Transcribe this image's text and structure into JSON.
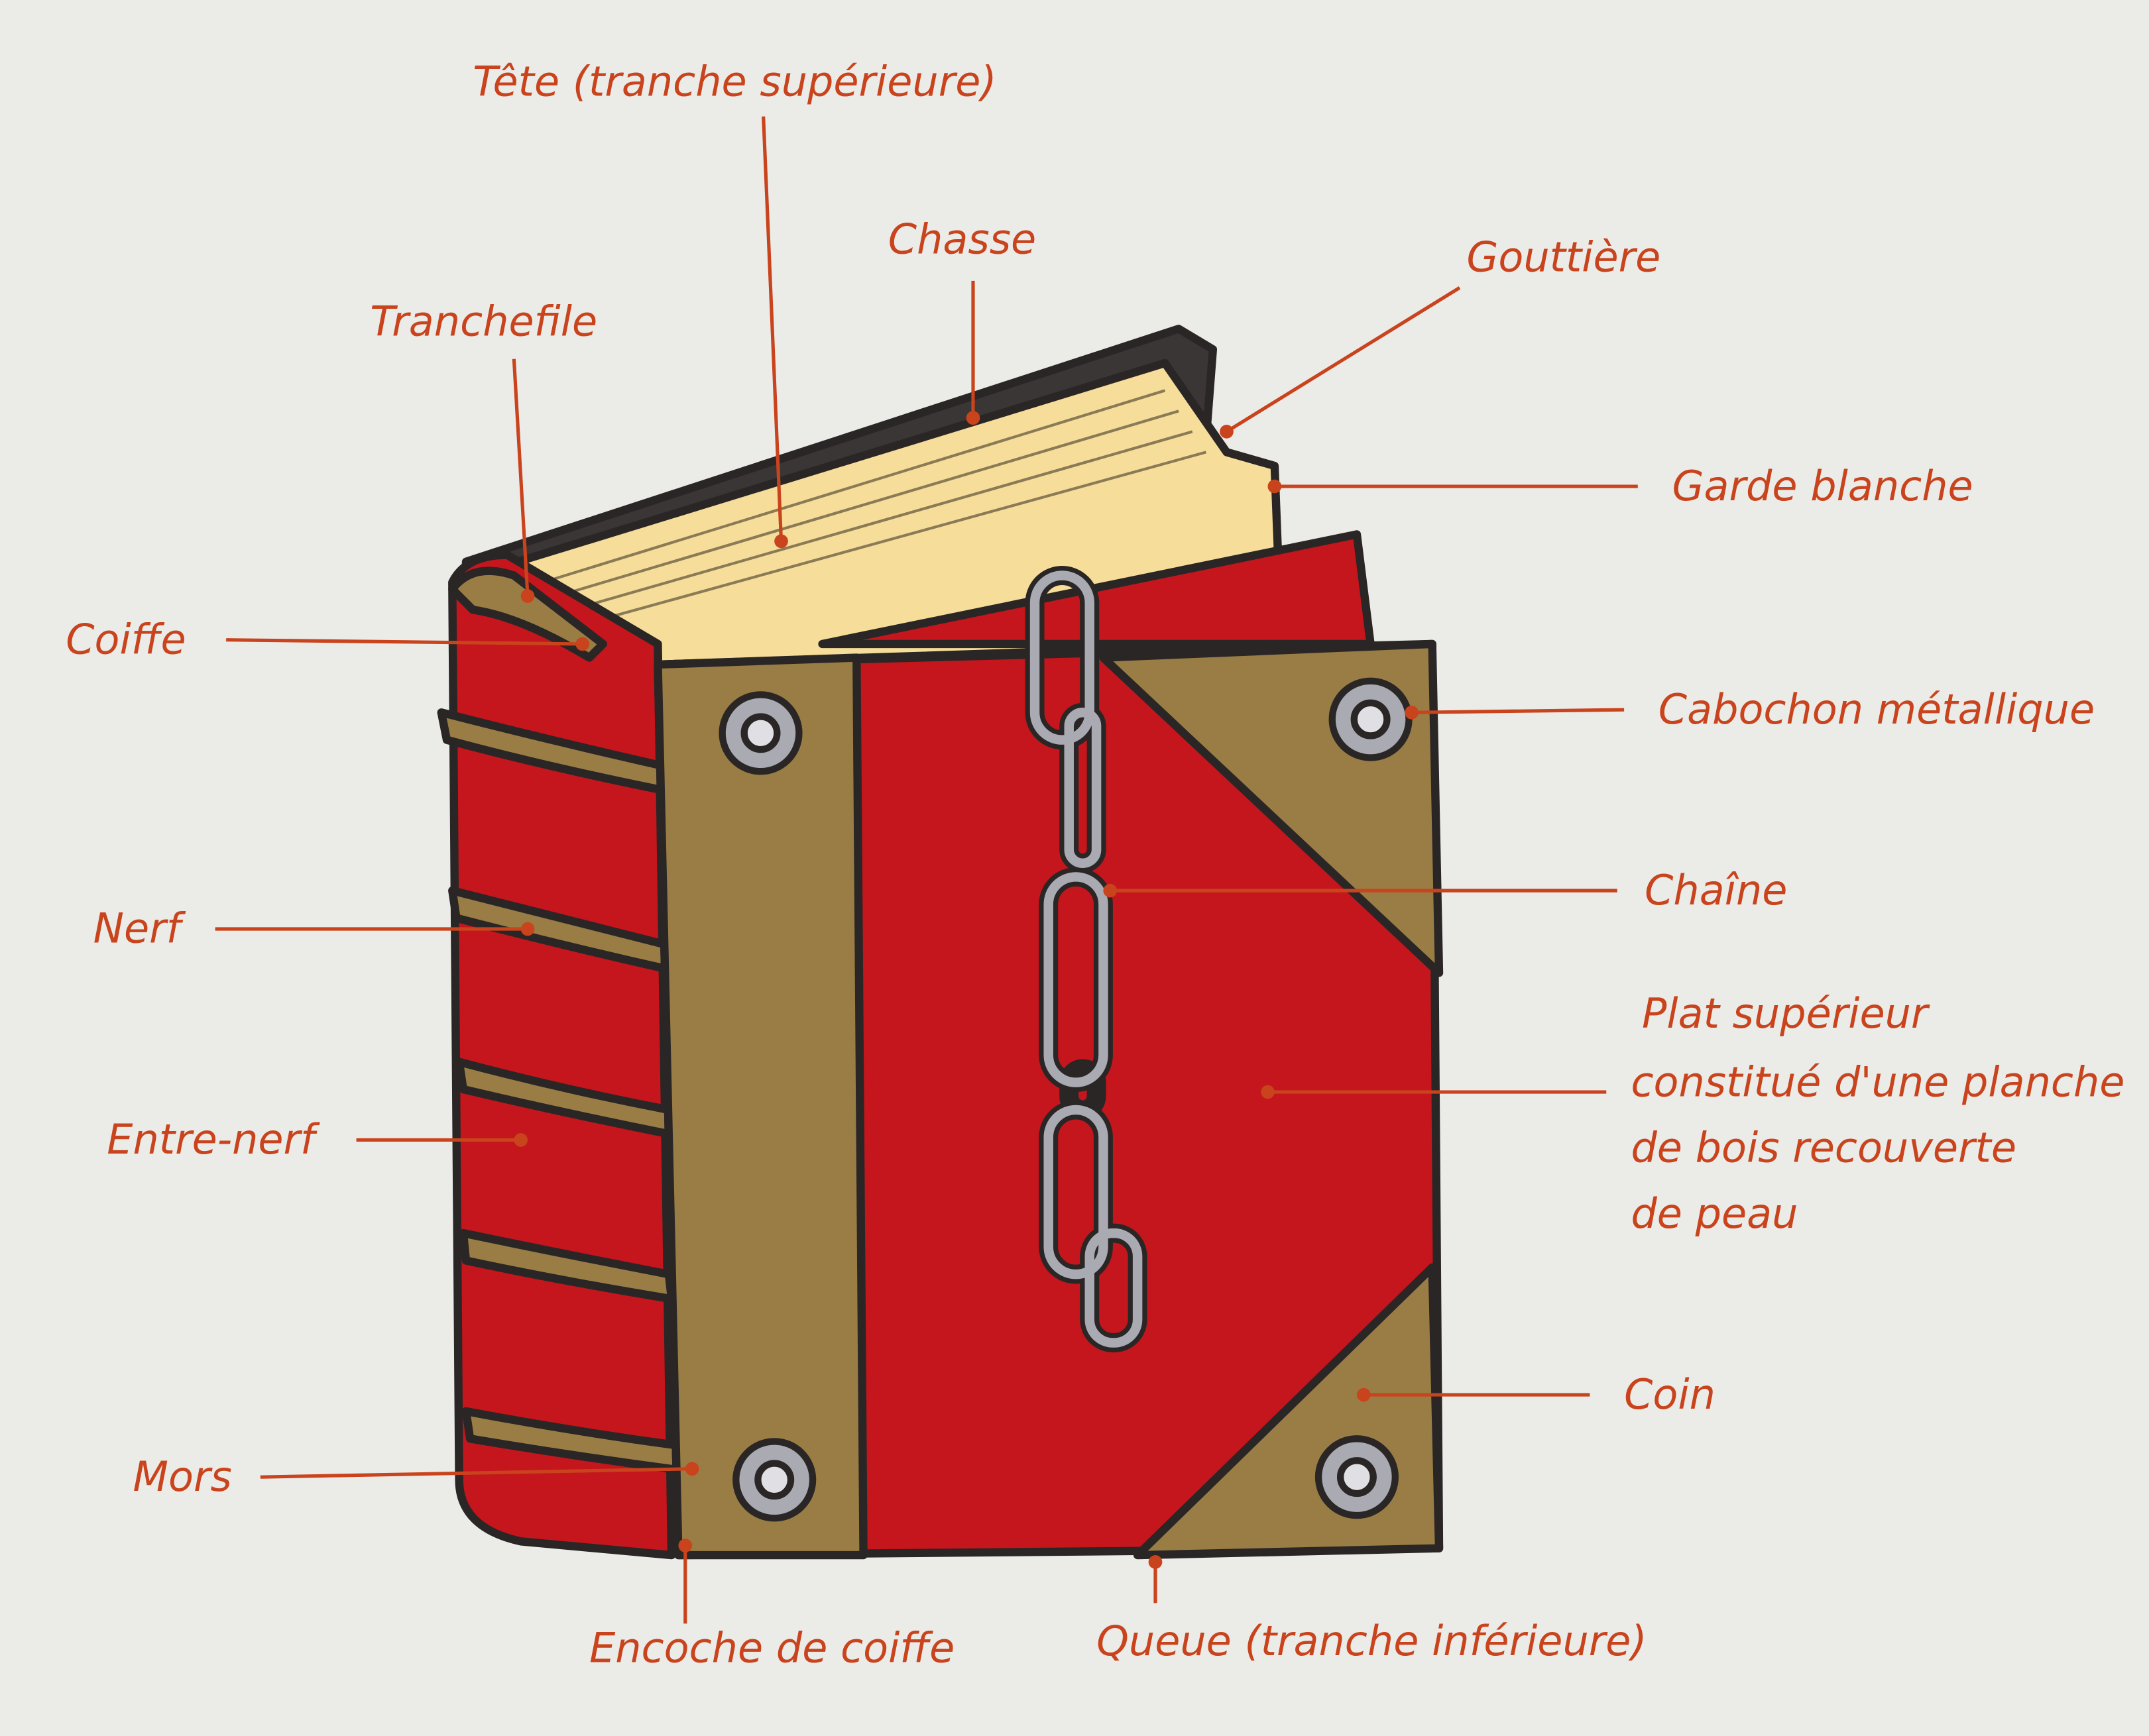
{
  "colors": {
    "label": "#c9431c",
    "leather_red": "#c4161c",
    "brass": "#9a7d45",
    "paper": "#f6dd9a",
    "background": "#ebebe8",
    "outline": "#2a2626",
    "metal": "#a9aab2"
  },
  "labels": {
    "tete": "Tête (tranche supérieure)",
    "chasse": "Chasse",
    "tranchefile": "Tranchefile",
    "gouttiere": "Gouttière",
    "garde_blanche": "Garde blanche",
    "coiffe": "Coiffe",
    "cabochon": "Cabochon métallique",
    "nerf": "Nerf",
    "chaine": "Chaîne",
    "plat_superieur": [
      "Plat supérieur",
      "constitué d'une planche",
      "de bois recouverte",
      "de peau"
    ],
    "entre_nerf": "Entre-nerf",
    "coin": "Coin",
    "mors": "Mors",
    "encoche_de_coiffe": "Encoche de coiffe",
    "queue": "Queue (tranche inférieure)"
  }
}
